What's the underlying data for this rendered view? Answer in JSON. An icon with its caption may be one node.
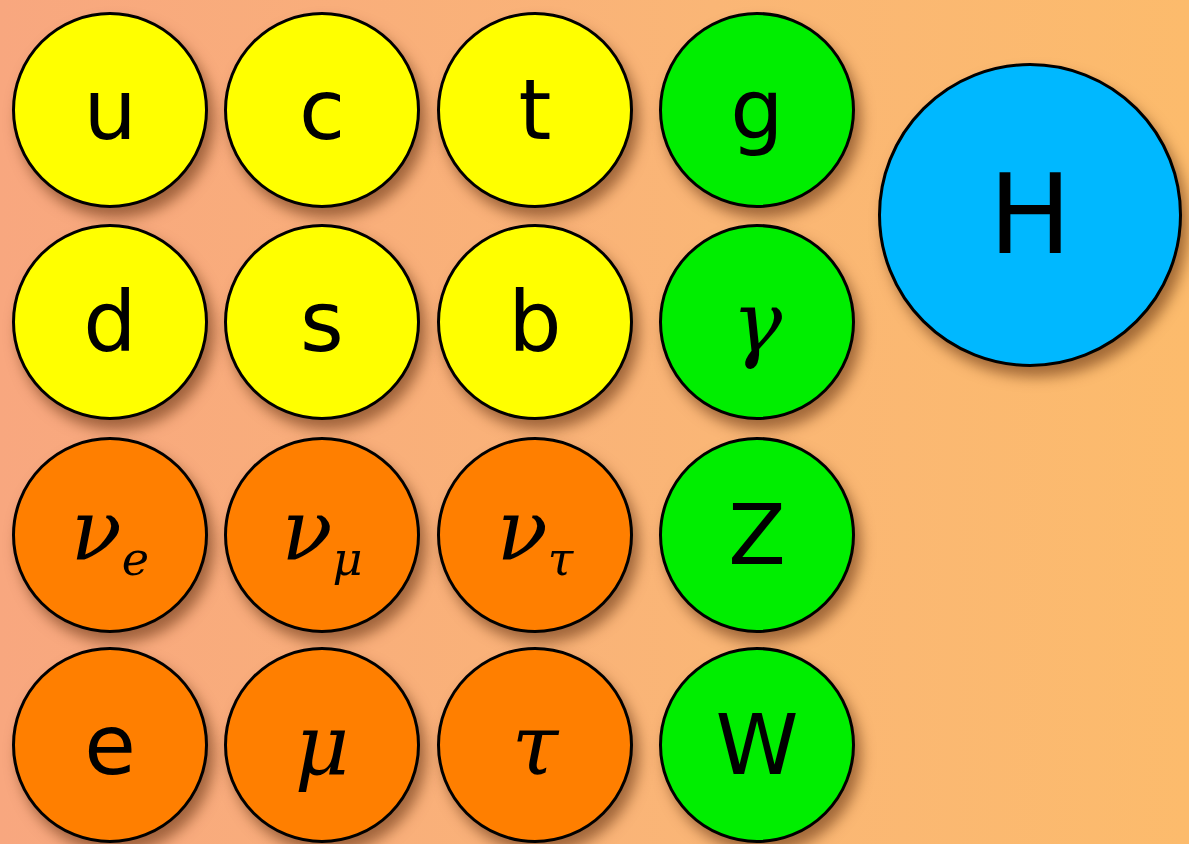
{
  "diagram": {
    "nodes": [
      {
        "text": [
          "u"
        ]
      },
      {
        "text": [
          "c"
        ]
      },
      {
        "text": [
          "t"
        ]
      },
      {
        "text": [
          "g"
        ]
      },
      {
        "text": [
          "H"
        ]
      },
      {
        "text": [
          "d"
        ]
      },
      {
        "text": [
          "s"
        ]
      },
      {
        "text": [
          "b"
        ]
      },
      {
        "text": [
          "γ"
        ]
      },
      {
        "text": [
          "ν$_{e}$"
        ]
      },
      {
        "text": [
          "ν$_{μ}$"
        ]
      },
      {
        "text": [
          "ν$_{τ}$"
        ]
      },
      {
        "text": [
          "Z"
        ]
      },
      {
        "text": [
          "e"
        ]
      },
      {
        "text": [
          "μ"
        ]
      },
      {
        "text": [
          "τ"
        ]
      },
      {
        "text": [
          "W"
        ]
      }
    ]
  }
}
